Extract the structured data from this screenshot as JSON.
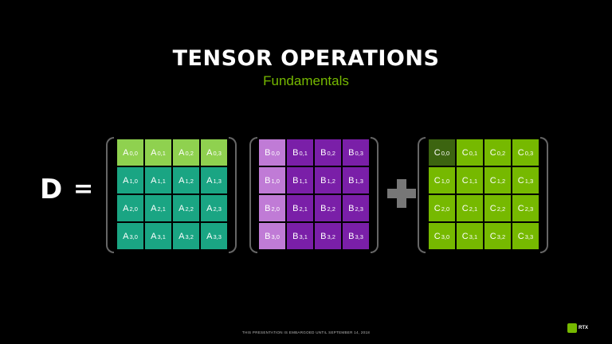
{
  "header": {
    "title": "TENSOR OPERATIONS",
    "subtitle": "Fundamentals"
  },
  "equation": {
    "lhs": "D",
    "equals": "=",
    "plus_icon": "plus-icon"
  },
  "matrices": [
    {
      "id": "a",
      "letter": "A",
      "colors": {
        "row0": "#8fd14f",
        "other": "#1aa583"
      },
      "cells": [
        [
          "0,0",
          "0,1",
          "0,2",
          "0,3"
        ],
        [
          "1,0",
          "1,1",
          "1,2",
          "1,3"
        ],
        [
          "2,0",
          "2,1",
          "2,2",
          "2,3"
        ],
        [
          "3,0",
          "3,1",
          "3,2",
          "3,3"
        ]
      ]
    },
    {
      "id": "b",
      "letter": "B",
      "colors": {
        "col0": "#c07bd6",
        "other": "#7a1fa8"
      },
      "cells": [
        [
          "0,0",
          "0,1",
          "0,2",
          "0,3"
        ],
        [
          "1,0",
          "1,1",
          "1,2",
          "1,3"
        ],
        [
          "2,0",
          "2,1",
          "2,2",
          "2,3"
        ],
        [
          "3,0",
          "3,1",
          "3,2",
          "3,3"
        ]
      ]
    },
    {
      "id": "c",
      "letter": "C",
      "colors": {
        "highlight": "#3c6410",
        "other": "#76b900"
      },
      "cells": [
        [
          "0,0",
          "0,1",
          "0,2",
          "0,3"
        ],
        [
          "1,0",
          "1,1",
          "1,2",
          "1,3"
        ],
        [
          "2,0",
          "2,1",
          "2,2",
          "2,3"
        ],
        [
          "3,0",
          "3,1",
          "3,2",
          "3,3"
        ]
      ]
    }
  ],
  "footer": {
    "embargo": "THIS PRESENTATION IS EMBARGOED UNTIL SEPTEMBER 14, 2018"
  },
  "logo": {
    "text": "RTX"
  }
}
